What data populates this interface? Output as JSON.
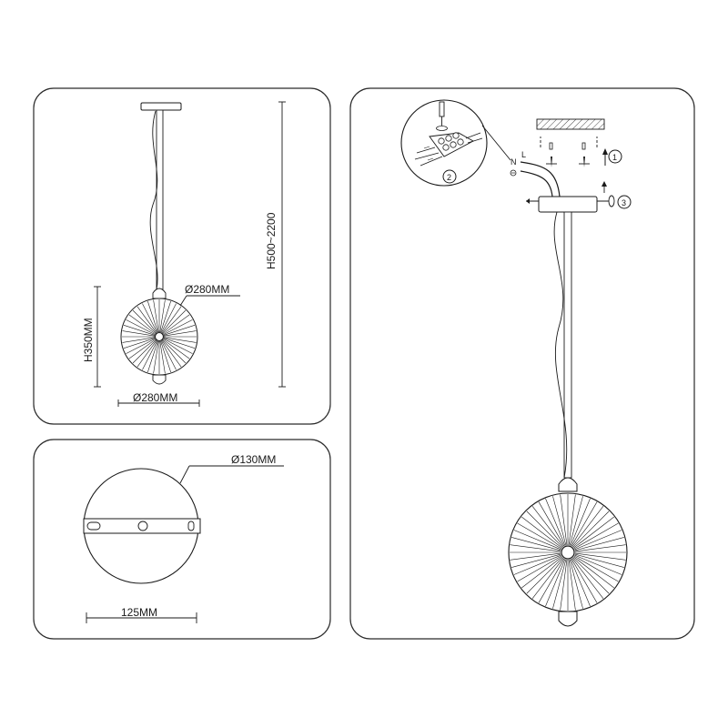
{
  "panel_front": {
    "dim_diameter_top": "Ø280MM",
    "dim_diameter_bottom": "Ø280MM",
    "dim_height_total": "H500~2200",
    "dim_height_shade": "H350MM"
  },
  "panel_canopy": {
    "dim_diameter": "Ø130MM",
    "dim_width": "125MM"
  },
  "panel_install": {
    "step_1": "1",
    "step_2": "2",
    "step_3": "3",
    "wire_l": "L",
    "wire_n": "N"
  }
}
